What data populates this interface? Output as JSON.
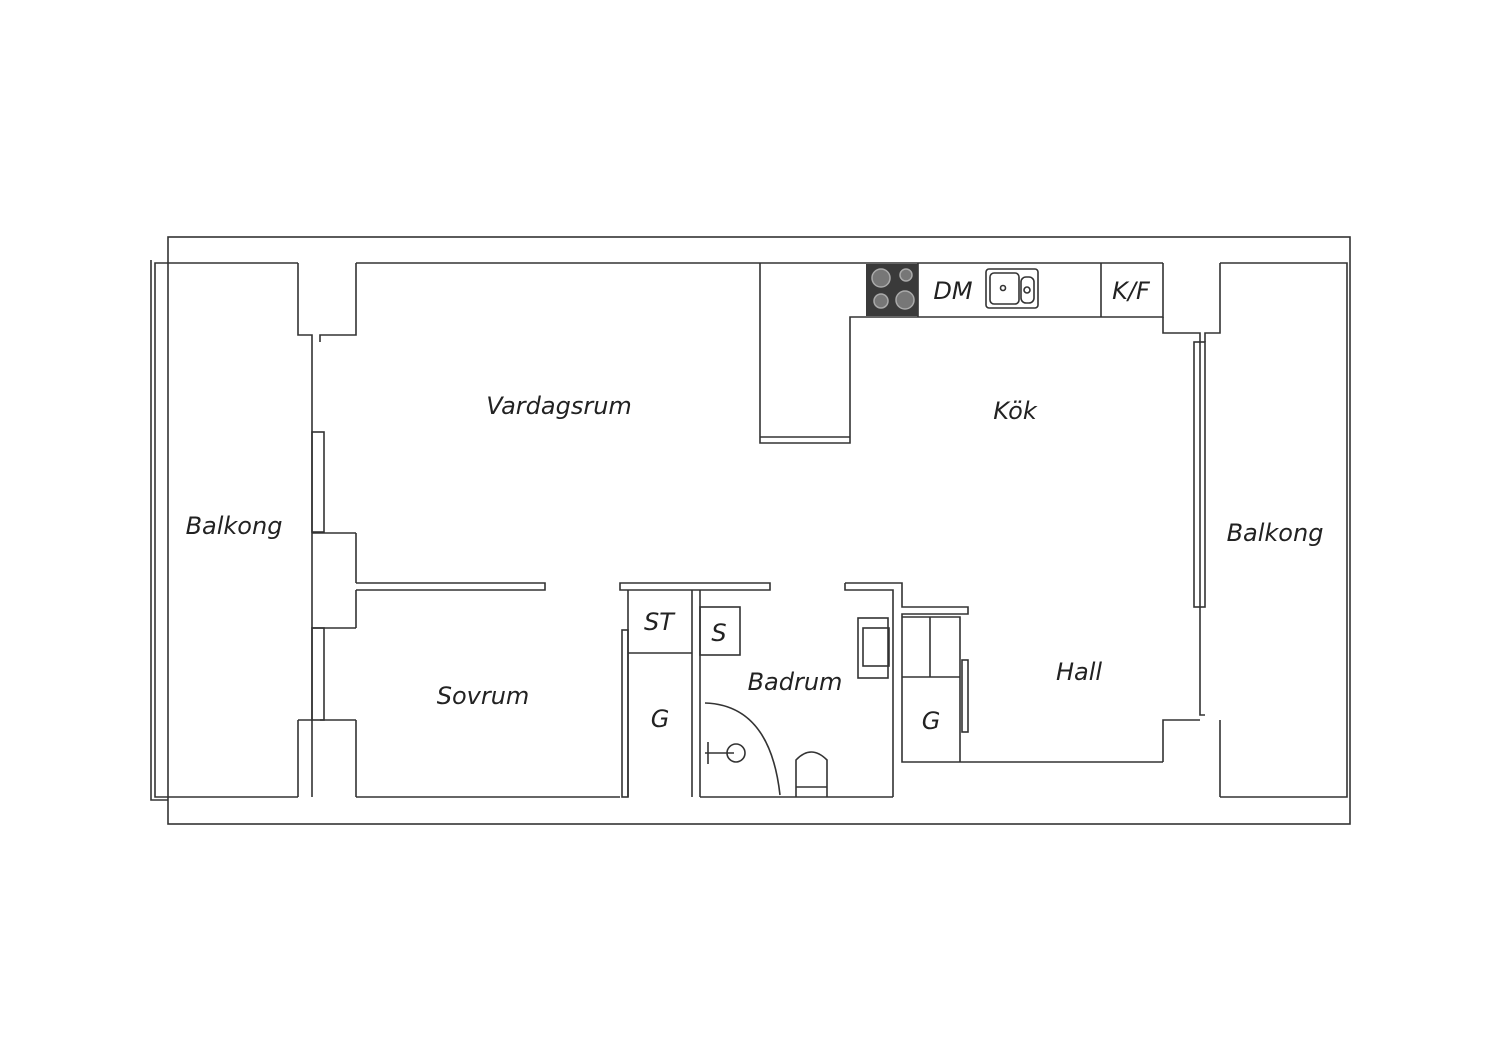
{
  "rooms": {
    "balkong_left": "Balkong",
    "balkong_right": "Balkong",
    "vardagsrum": "Vardagsrum",
    "kok": "Kök",
    "sovrum": "Sovrum",
    "badrum": "Badrum",
    "hall": "Hall",
    "st": "ST",
    "s": "S",
    "g_left": "G",
    "g_right": "G",
    "dm": "DM",
    "kf": "K/F"
  },
  "colors": {
    "wall": "#333333",
    "stove": "#3a3a3a",
    "background": "#ffffff"
  }
}
